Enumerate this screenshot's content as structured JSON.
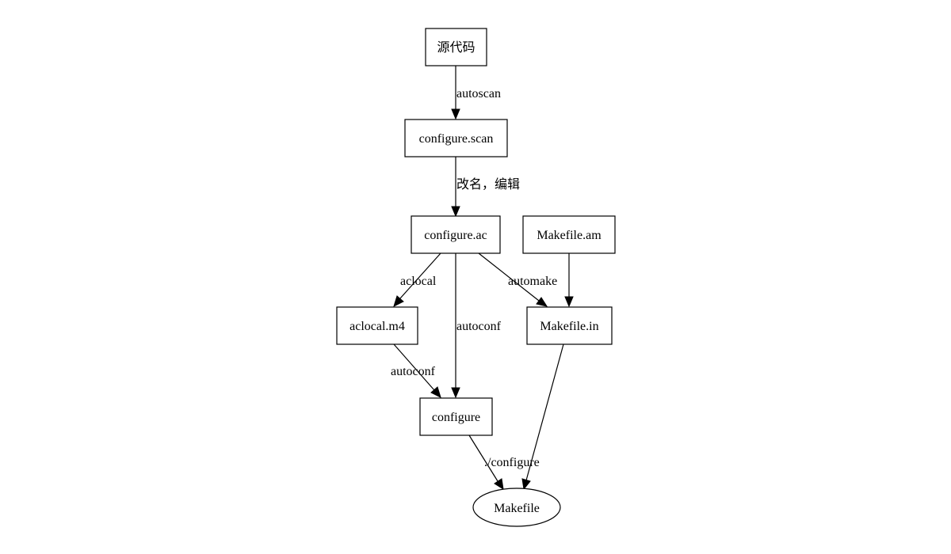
{
  "nodes": {
    "source": "源代码",
    "configure_scan": "configure.scan",
    "configure_ac": "configure.ac",
    "makefile_am": "Makefile.am",
    "aclocal_m4": "aclocal.m4",
    "makefile_in": "Makefile.in",
    "configure": "configure",
    "makefile": "Makefile"
  },
  "edges": {
    "source_to_scan": "autoscan",
    "scan_to_ac": "改名，编辑",
    "ac_to_aclocal": "aclocal",
    "ac_to_configure": "autoconf",
    "ac_to_makefile_in": "automake",
    "aclocal_to_configure": "autoconf",
    "configure_to_makefile": "./configure",
    "am_to_makefile_in": "",
    "makefile_in_to_makefile": ""
  },
  "colors": {
    "stroke": "#000000",
    "background": "#ffffff"
  }
}
